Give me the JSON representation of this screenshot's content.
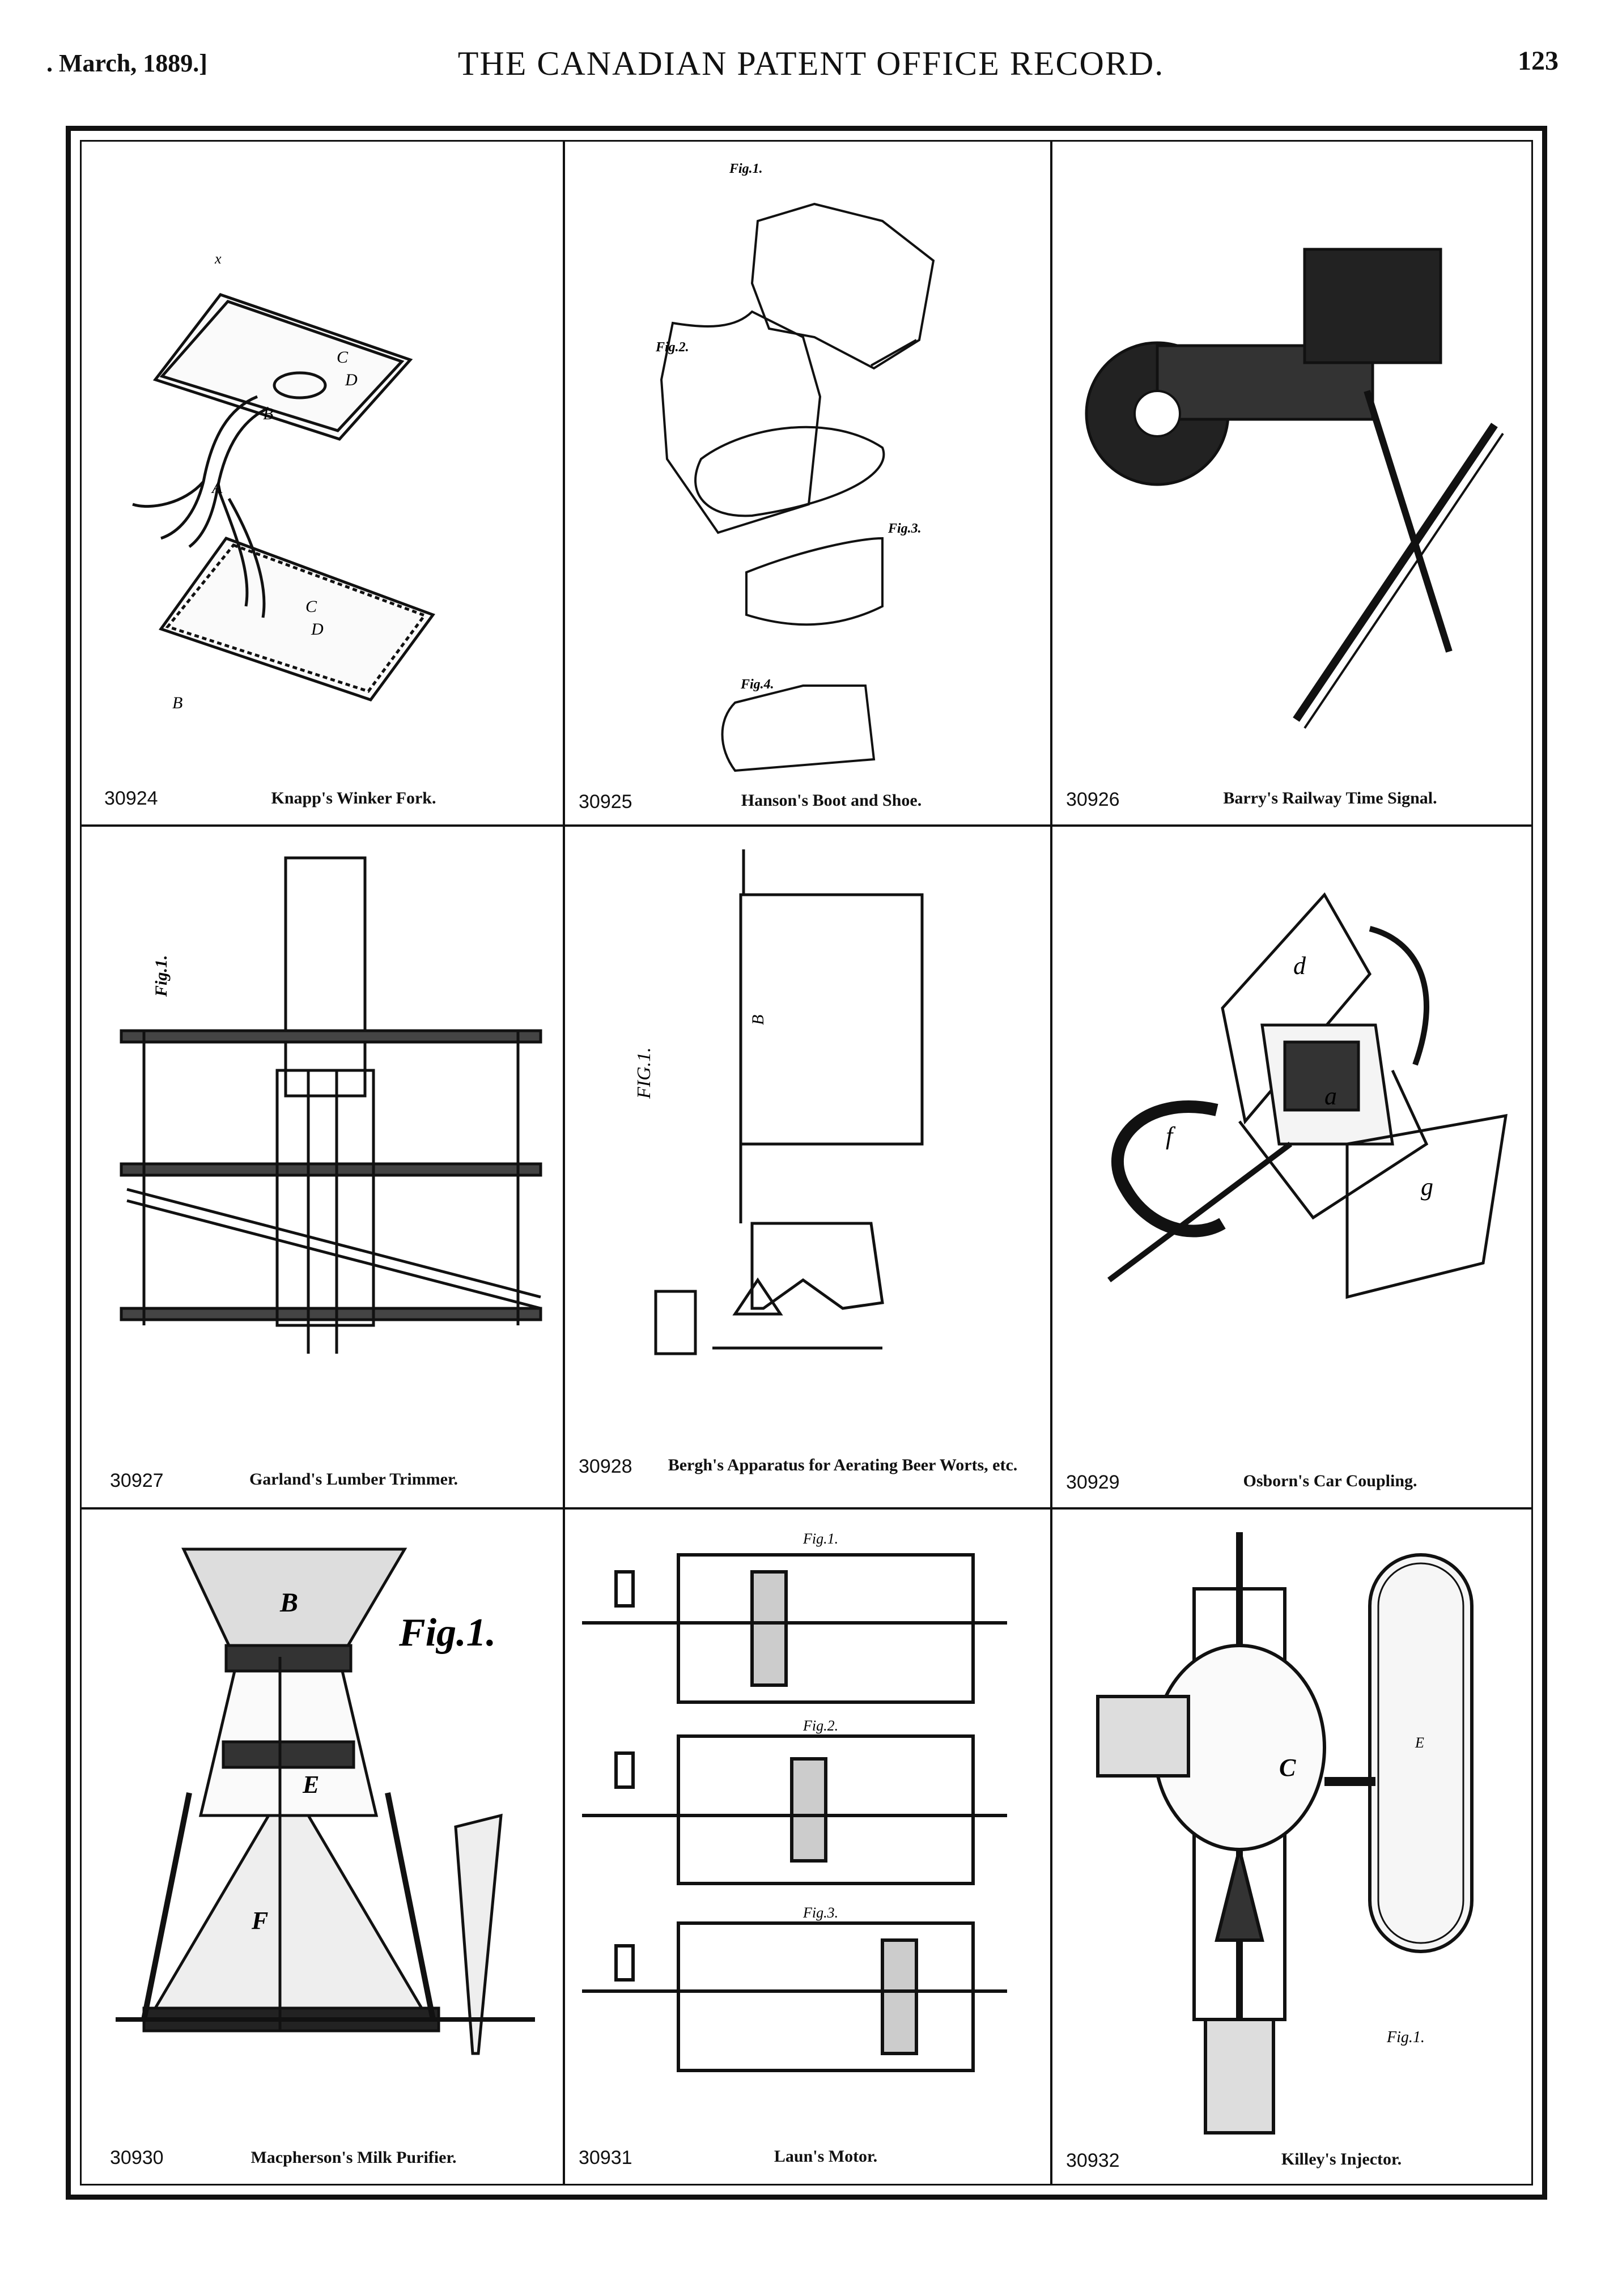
{
  "header": {
    "date": ". March, 1889.]",
    "title": "THE CANADIAN PATENT OFFICE RECORD.",
    "page": "123"
  },
  "patents": [
    {
      "number": "30924",
      "caption": "Knapp's Winker Fork.",
      "fig": ""
    },
    {
      "number": "30925",
      "caption": "Hanson's Boot and Shoe.",
      "fig": "Fig.1."
    },
    {
      "number": "30926",
      "caption": "Barry's Railway Time Signal.",
      "fig": ""
    },
    {
      "number": "30927",
      "caption": "Garland's Lumber Trimmer.",
      "fig": "Fig.1."
    },
    {
      "number": "30928",
      "caption": "Bergh's Apparatus for Aerating Beer Worts, etc.",
      "fig": "FIG.1."
    },
    {
      "number": "30929",
      "caption": "Osborn's Car Coupling.",
      "fig": ""
    },
    {
      "number": "30930",
      "caption": "Macpherson's Milk Purifier.",
      "fig": "Fig.1."
    },
    {
      "number": "30931",
      "caption": "Laun's Motor.",
      "fig": "Fig.1."
    },
    {
      "number": "30932",
      "caption": "Killey's Injector.",
      "fig": "Fig.1."
    }
  ]
}
